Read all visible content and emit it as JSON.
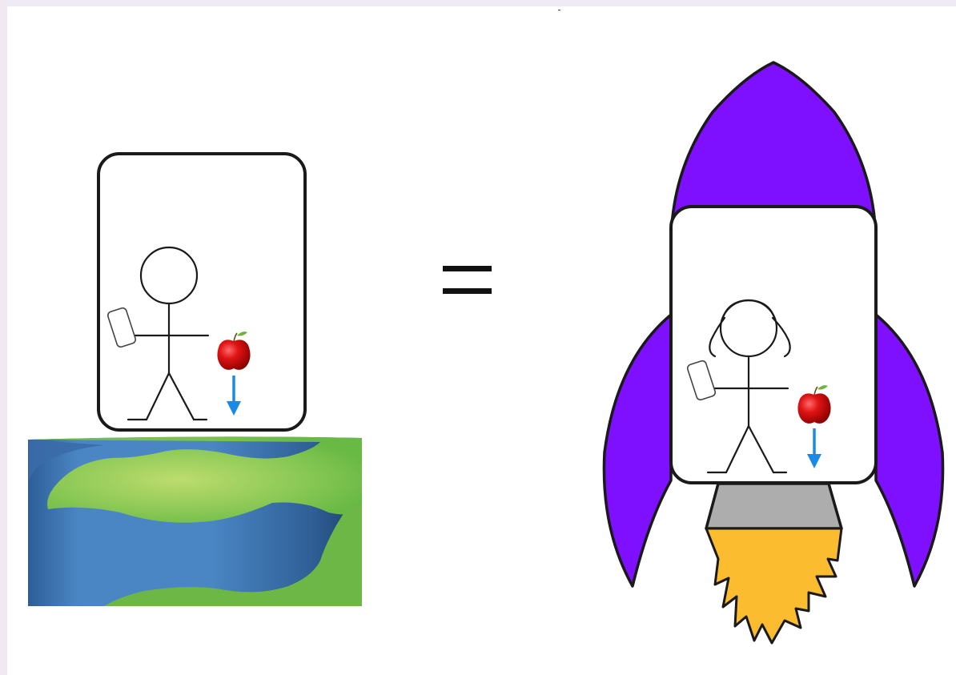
{
  "colors": {
    "background": "#ffffff",
    "top_band": "#eeeaf6",
    "left_band": "#f1e9f1",
    "outline": "#222222",
    "rocket_purple": "#7f10ff",
    "exhaust_gray": "#adadad",
    "flame_orange": "#fbbc30",
    "arrow_blue": "#1a8ae6",
    "apple_red": "#d10d0d",
    "leaf_green": "#6cb33f",
    "earth_land": "#7ec04c",
    "earth_water": "#3f76b2"
  },
  "left_panel": {
    "description_icons": [
      "elevator-box",
      "stick-figure",
      "phone-icon",
      "apple-icon",
      "down-arrow-icon",
      "earth-ground"
    ]
  },
  "right_panel": {
    "description_icons": [
      "rocket-body",
      "rocket-fin-left",
      "rocket-fin-right",
      "rocket-cabin",
      "stick-figure-with-hair",
      "phone-icon",
      "apple-icon",
      "down-arrow-icon",
      "exhaust-nozzle",
      "flame"
    ]
  },
  "equals_symbol": "equals-sign"
}
